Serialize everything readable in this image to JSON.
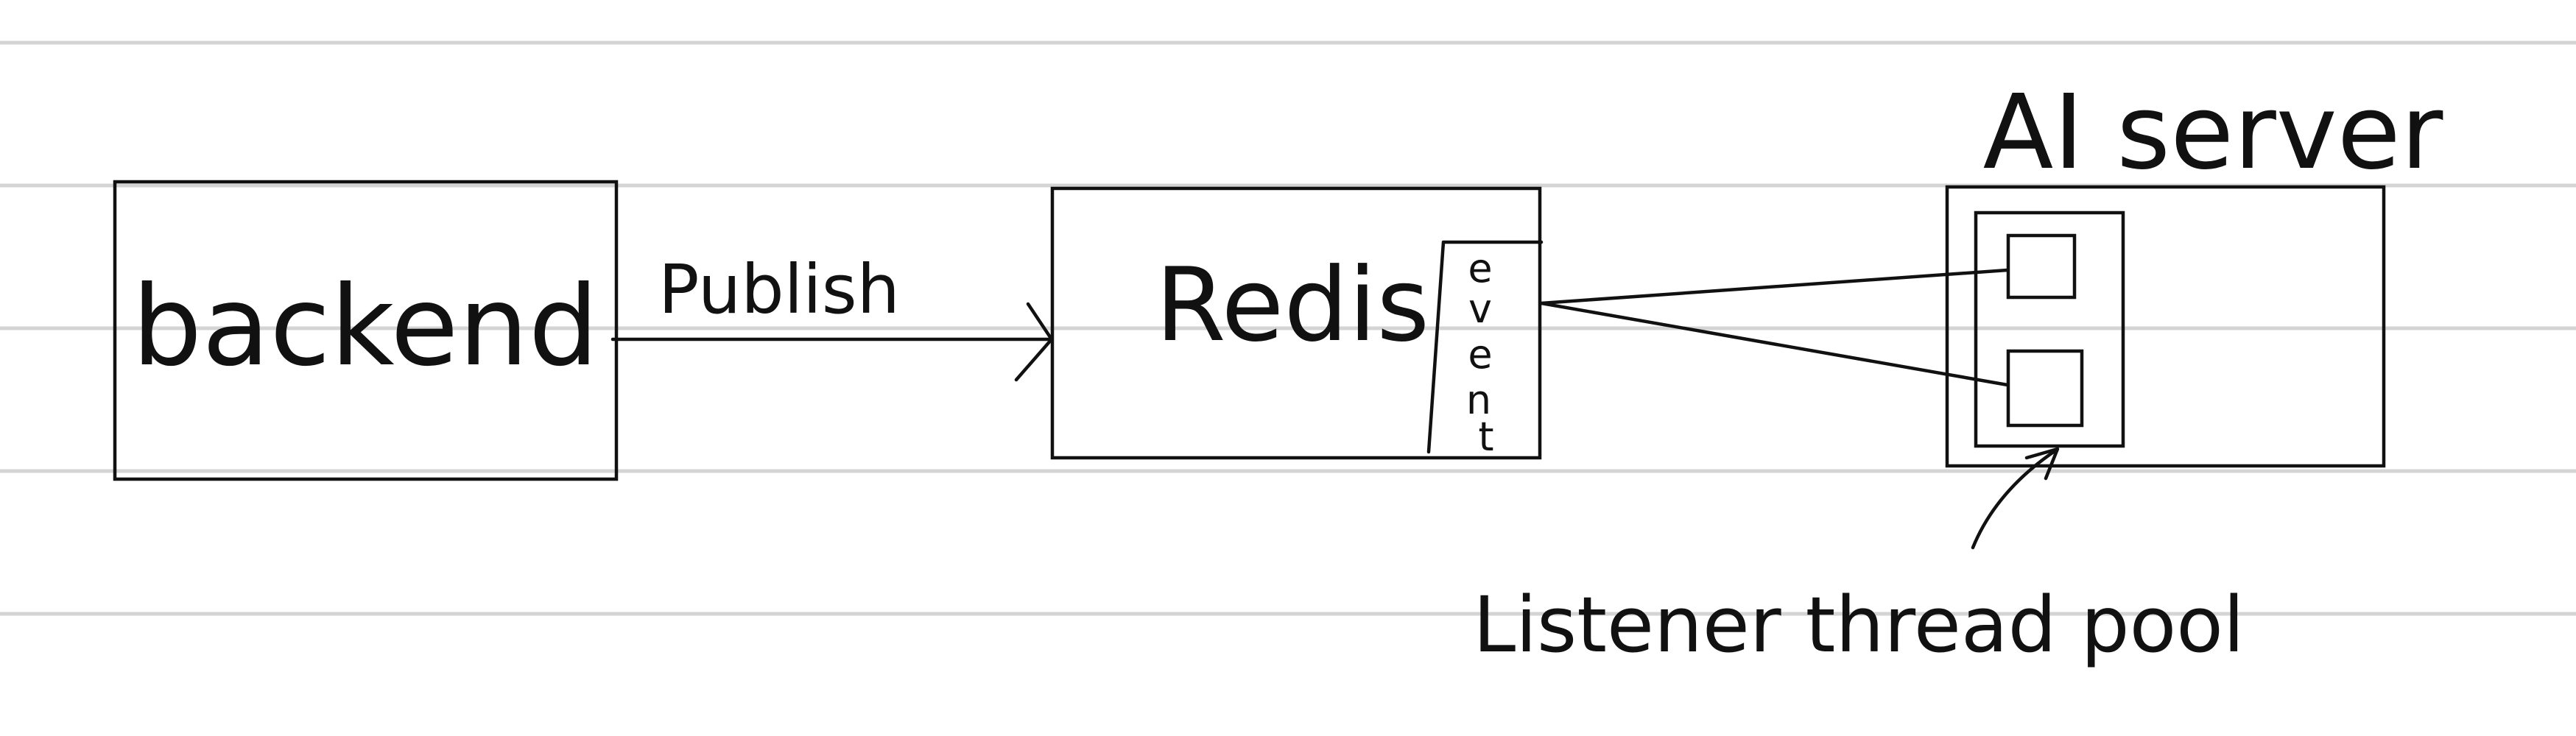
{
  "diagram": {
    "nodes": {
      "backend": {
        "label": "backend"
      },
      "redis": {
        "label": "Redis",
        "queue_letters": [
          "e",
          "v",
          "e",
          "n",
          "t"
        ]
      },
      "ai_server": {
        "label": "AI server"
      },
      "listener_pool": {
        "label": "Listener thread pool"
      }
    },
    "edges": {
      "publish": {
        "label": "Publish"
      }
    },
    "colors": {
      "ink": "#111111",
      "ruled_line": "#d4d4d4",
      "background": "#ffffff"
    }
  }
}
